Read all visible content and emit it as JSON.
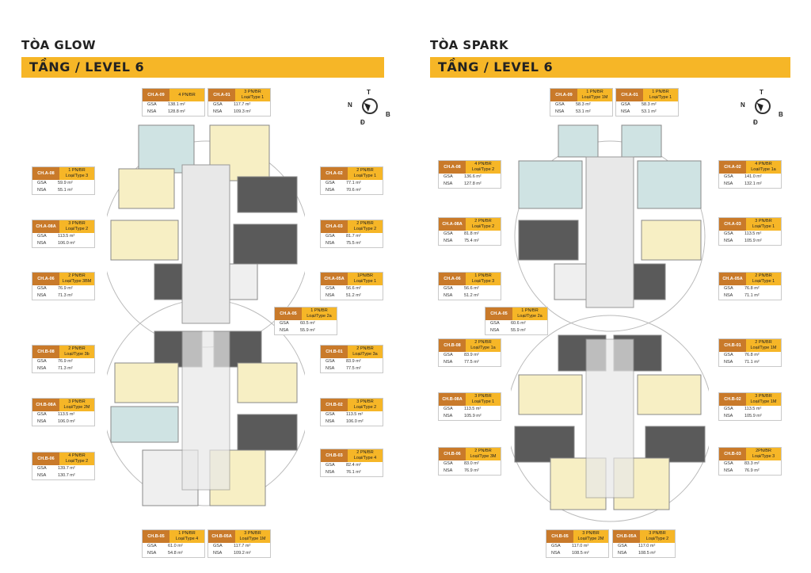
{
  "glow": {
    "title": "TÒA GLOW",
    "level": "TẦNG / LEVEL 6",
    "units": [
      {
        "code": "CH.A-09",
        "br": "4 PN/BR",
        "type": "",
        "gsa": "138.1 m²",
        "nsa": "128.8 m²"
      },
      {
        "code": "CH.A-01",
        "br": "3 PN/BR",
        "type": "Loại/Type 1",
        "gsa": "117.7 m²",
        "nsa": "109.3 m²"
      },
      {
        "code": "CH.A-08",
        "br": "1 PN/BR",
        "type": "Loại/Type 3",
        "gsa": "59.9 m²",
        "nsa": "55.1 m²"
      },
      {
        "code": "CH.A-02",
        "br": "2 PN/BR",
        "type": "Loại/Type 1",
        "gsa": "77.1 m²",
        "nsa": "70.6 m²"
      },
      {
        "code": "CH.A-08A",
        "br": "3 PN/BR",
        "type": "Loại/Type 2",
        "gsa": "113.5 m²",
        "nsa": "106.0 m²"
      },
      {
        "code": "CH.A-03",
        "br": "2 PN/BR",
        "type": "Loại/Type 2",
        "gsa": "81.7 m²",
        "nsa": "75.5 m²"
      },
      {
        "code": "CH.A-06",
        "br": "2 PN/BR",
        "type": "Loại/Type 3BM",
        "gsa": "76.9 m²",
        "nsa": "71.3 m²"
      },
      {
        "code": "CH.A-05A",
        "br": "1PN/BR",
        "type": "Loại/Type 1",
        "gsa": "56.6 m²",
        "nsa": "51.2 m²"
      },
      {
        "code": "CH.A-05",
        "br": "1 PN/BR",
        "type": "Loại/Type 2a",
        "gsa": "60.5 m²",
        "nsa": "55.9 m²"
      },
      {
        "code": "CH.B-08",
        "br": "2 PN/BR",
        "type": "Loại/Type 3b",
        "gsa": "76.9 m²",
        "nsa": "71.3 m²"
      },
      {
        "code": "CH.B-01",
        "br": "2 PN/BR",
        "type": "Loại/Type 3a",
        "gsa": "83.9 m²",
        "nsa": "77.5 m²"
      },
      {
        "code": "CH.B-08A",
        "br": "3 PN/BR",
        "type": "Loại/Type 2M",
        "gsa": "113.5 m²",
        "nsa": "106.0 m²"
      },
      {
        "code": "CH.B-02",
        "br": "3 PN/BR",
        "type": "Loại/Type 2",
        "gsa": "113.5 m²",
        "nsa": "106.0 m²"
      },
      {
        "code": "CH.B-06",
        "br": "4 PN/BR",
        "type": "Loại/Type 2",
        "gsa": "139.7 m²",
        "nsa": "130.7 m²"
      },
      {
        "code": "CH.B-03",
        "br": "2 PN/BR",
        "type": "Loại/Type 4",
        "gsa": "82.4 m²",
        "nsa": "76.1 m²"
      },
      {
        "code": "CH.B-05",
        "br": "1 PN/BR",
        "type": "Loại/Type 4",
        "gsa": "61.0 m²",
        "nsa": "54.8 m²"
      },
      {
        "code": "CH.B-05A",
        "br": "3 PN/BR",
        "type": "Loại/Type 1M",
        "gsa": "117.7 m²",
        "nsa": "109.2 m²"
      }
    ]
  },
  "spark": {
    "title": "TÒA SPARK",
    "level": "TẦNG / LEVEL 6",
    "units": [
      {
        "code": "CH.A-09",
        "br": "1 PN/BR",
        "type": "Loại/Type 1M",
        "gsa": "58.3 m²",
        "nsa": "53.1 m²"
      },
      {
        "code": "CH.A-01",
        "br": "1 PN/BR",
        "type": "Loại/Type 1",
        "gsa": "58.3 m²",
        "nsa": "53.1 m²"
      },
      {
        "code": "CH.A-08",
        "br": "4 PN/BR",
        "type": "Loại/Type 2",
        "gsa": "136.6 m²",
        "nsa": "127.8 m²"
      },
      {
        "code": "CH.A-02",
        "br": "4 PN/BR",
        "type": "Loại/Type 1a",
        "gsa": "141.0 m²",
        "nsa": "132.1 m²"
      },
      {
        "code": "CH.A-08A",
        "br": "2 PN/BR",
        "type": "Loại/Type 2",
        "gsa": "81.8 m²",
        "nsa": "75.4 m²"
      },
      {
        "code": "CH.A-03",
        "br": "3 PN/BR",
        "type": "Loại/Type 1",
        "gsa": "113.5 m²",
        "nsa": "105.9 m²"
      },
      {
        "code": "CH.A-06",
        "br": "1 PN/BR",
        "type": "Loại/Type 3",
        "gsa": "56.6 m²",
        "nsa": "51.2 m²"
      },
      {
        "code": "CH.A-05A",
        "br": "2 PN/BR",
        "type": "Loại/Type 1",
        "gsa": "76.8 m²",
        "nsa": "71.1 m²"
      },
      {
        "code": "CH.A-05",
        "br": "1 PN/BR",
        "type": "Loại/Type 2a",
        "gsa": "60.6 m²",
        "nsa": "55.9 m²"
      },
      {
        "code": "CH.B-08",
        "br": "2 PN/BR",
        "type": "Loại/Type 1a",
        "gsa": "83.9 m²",
        "nsa": "77.5 m²"
      },
      {
        "code": "CH.B-01",
        "br": "2 PN/BR",
        "type": "Loại/Type 1M",
        "gsa": "76.8 m²",
        "nsa": "71.1 m²"
      },
      {
        "code": "CH.B-08A",
        "br": "3 PN/BR",
        "type": "Loại/Type 1",
        "gsa": "113.5 m²",
        "nsa": "105.9 m²"
      },
      {
        "code": "CH.B-02",
        "br": "3 PN/BR",
        "type": "Loại/Type 1M",
        "gsa": "113.5 m²",
        "nsa": "105.9 m²"
      },
      {
        "code": "CH.B-06",
        "br": "2 PN/BR",
        "type": "Loại/Type 3M",
        "gsa": "83.0 m²",
        "nsa": "76.9 m²"
      },
      {
        "code": "CH.B-03",
        "br": "2PN/BR",
        "type": "Loại/Type 3",
        "gsa": "83.3 m²",
        "nsa": "76.9 m²"
      },
      {
        "code": "CH.B-05",
        "br": "3 PN/BR",
        "type": "Loại/Type 2M",
        "gsa": "117.0 m²",
        "nsa": "108.5 m²"
      },
      {
        "code": "CH.B-05A",
        "br": "3 PN/BR",
        "type": "Loại/Type 2",
        "gsa": "117.0 m²",
        "nsa": "108.5 m²"
      }
    ]
  },
  "labels": {
    "gsa": "GSA",
    "nsa": "NSA"
  },
  "compass": {
    "n": "N",
    "t": "T",
    "b": "B",
    "d": "Đ"
  },
  "colors": {
    "accent": "#f6b627",
    "code": "#c97a2a",
    "unit_blue": "#cfe3e3",
    "unit_yellow": "#f7efc4",
    "unit_dark": "#5a5a5a",
    "unit_light": "#efefef"
  }
}
